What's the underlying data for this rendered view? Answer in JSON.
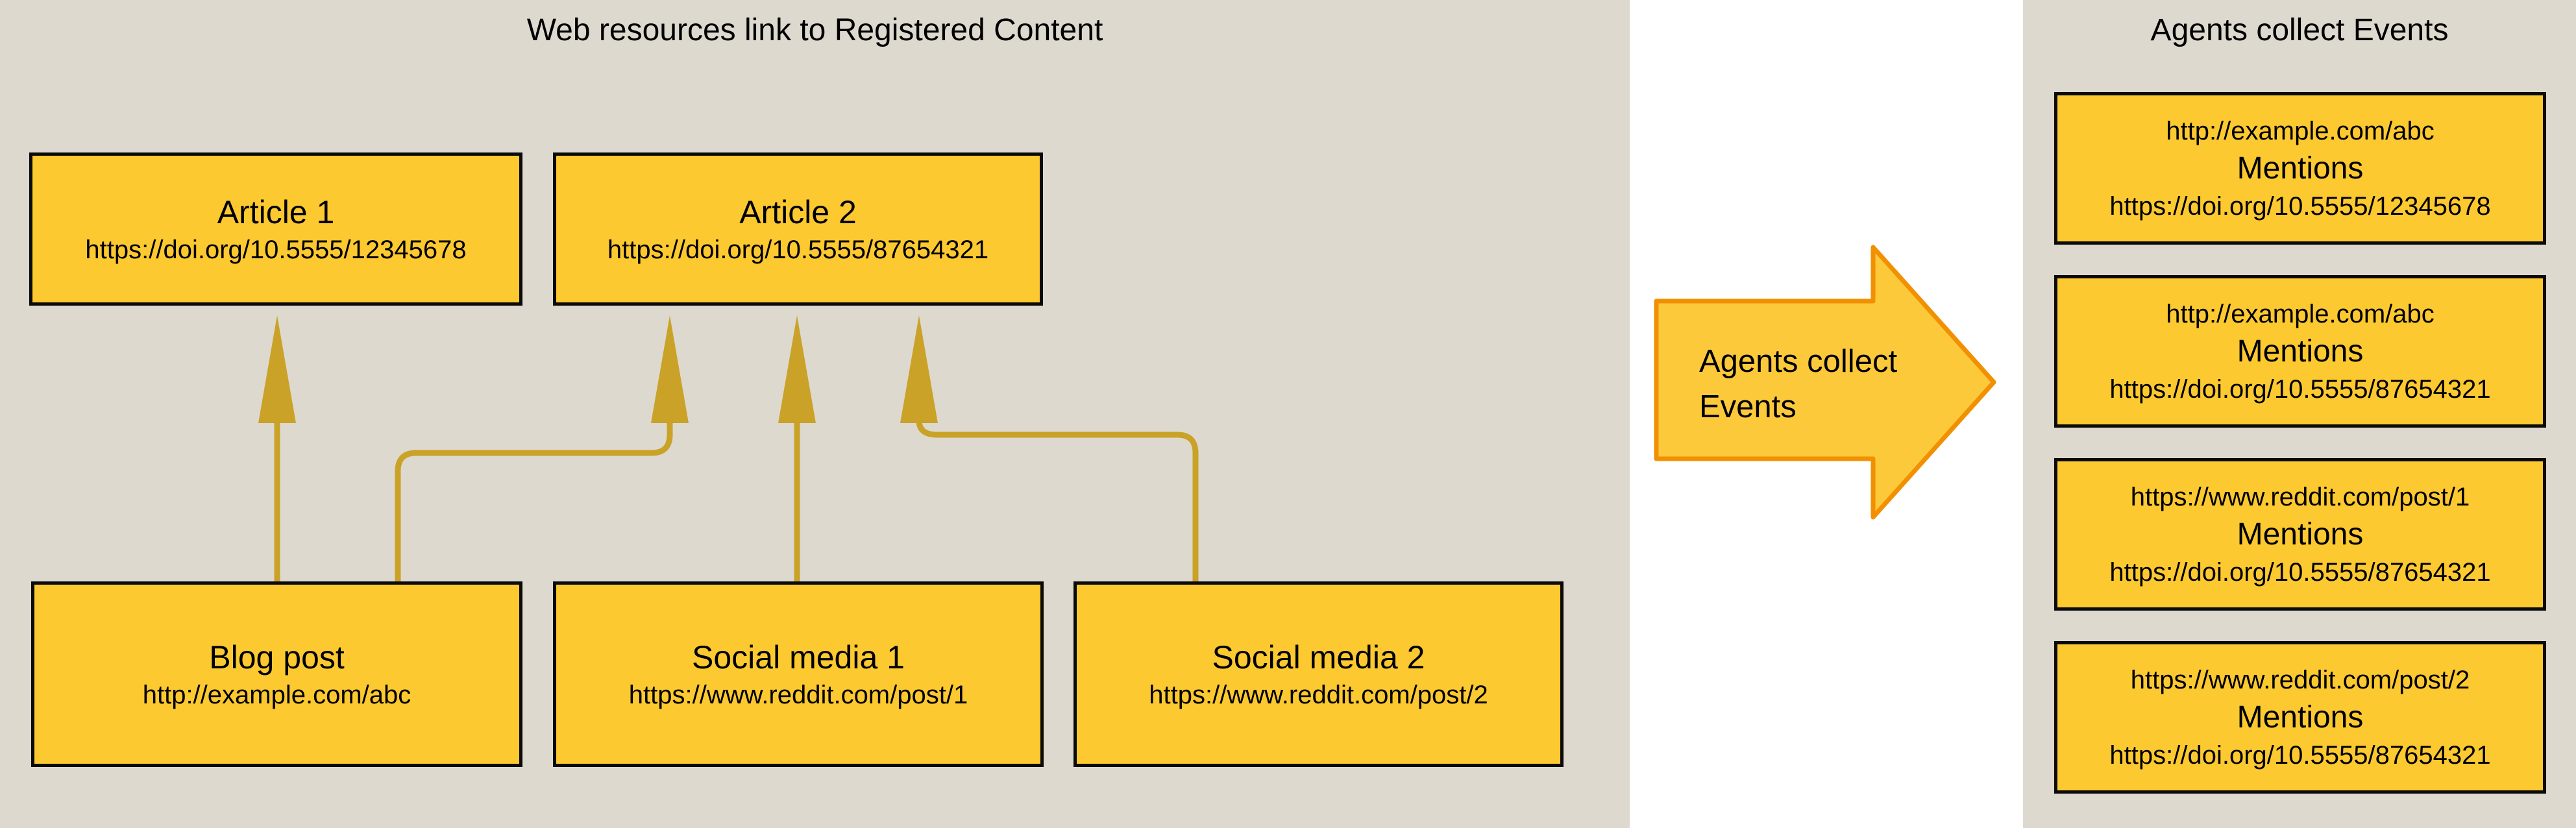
{
  "colors": {
    "panel_background": "#DED9CE",
    "middle_background": "#FFFFFF",
    "box_fill": "#FCC930",
    "box_border": "#000000",
    "connector": "#C9A227",
    "big_arrow_fill": "#FCC93B",
    "big_arrow_border": "#F19000",
    "text": "#000000"
  },
  "left_panel": {
    "title": "Web resources link to Registered Content",
    "nodes": {
      "article1": {
        "title": "Article 1",
        "url": "https://doi.org/10.5555/12345678"
      },
      "article2": {
        "title": "Article 2",
        "url": "https://doi.org/10.5555/87654321"
      },
      "blog_post": {
        "title": "Blog post",
        "url": "http://example.com/abc"
      },
      "social_media1": {
        "title": "Social media 1",
        "url": "https://www.reddit.com/post/1"
      },
      "social_media2": {
        "title": "Social media 2",
        "url": "https://www.reddit.com/post/2"
      }
    },
    "links": [
      {
        "from": "Blog post",
        "to": "Article 1"
      },
      {
        "from": "Blog post",
        "to": "Article 2"
      },
      {
        "from": "Social media 1",
        "to": "Article 2"
      },
      {
        "from": "Social media 2",
        "to": "Article 2"
      }
    ]
  },
  "middle_panel": {
    "arrow_label_lines": [
      "Agents collect",
      "Events"
    ]
  },
  "right_panel": {
    "title": "Agents collect Events",
    "event_boxes": [
      {
        "subject": "http://example.com/abc",
        "predicate": "Mentions",
        "object": "https://doi.org/10.5555/12345678"
      },
      {
        "subject": "http://example.com/abc",
        "predicate": "Mentions",
        "object": "https://doi.org/10.5555/87654321"
      },
      {
        "subject": "https://www.reddit.com/post/1",
        "predicate": "Mentions",
        "object": "https://doi.org/10.5555/87654321"
      },
      {
        "subject": "https://www.reddit.com/post/2",
        "predicate": "Mentions",
        "object": "https://doi.org/10.5555/87654321"
      }
    ]
  }
}
